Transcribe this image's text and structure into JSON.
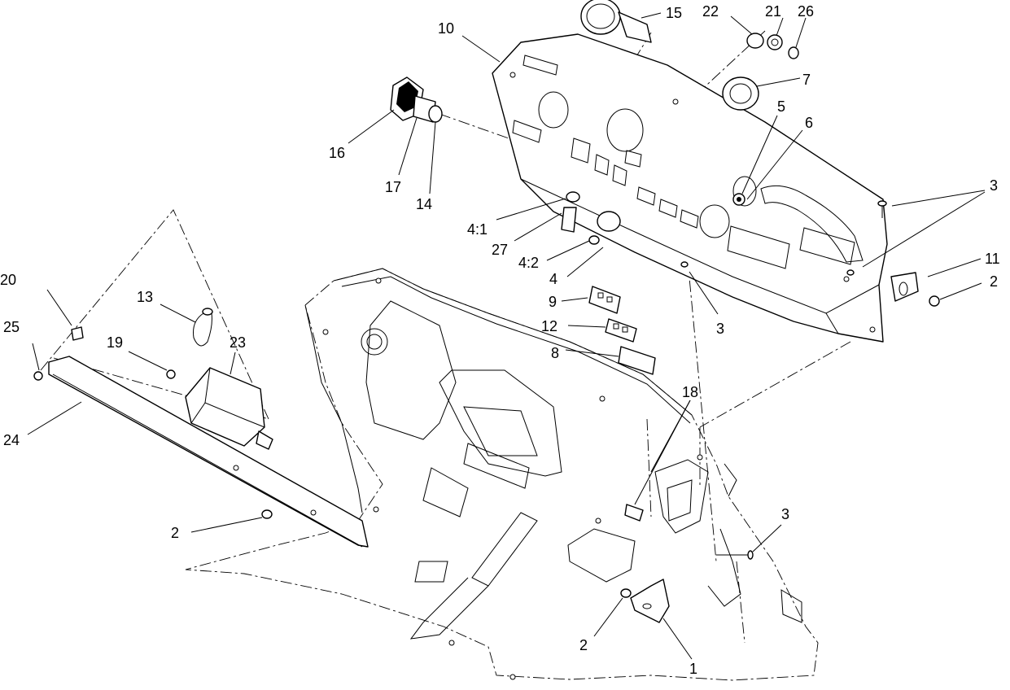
{
  "diagram": {
    "callouts": [
      "10",
      "15",
      "22",
      "21",
      "26",
      "7",
      "5",
      "6",
      "3",
      "16",
      "17",
      "14",
      "4:1",
      "27",
      "4:2",
      "4",
      "9",
      "12",
      "8",
      "3",
      "11",
      "2",
      "20",
      "13",
      "23",
      "19",
      "25",
      "24",
      "18",
      "2",
      "3",
      "2",
      "1"
    ],
    "colors": {
      "line": "#000000",
      "background": "#ffffff"
    }
  }
}
